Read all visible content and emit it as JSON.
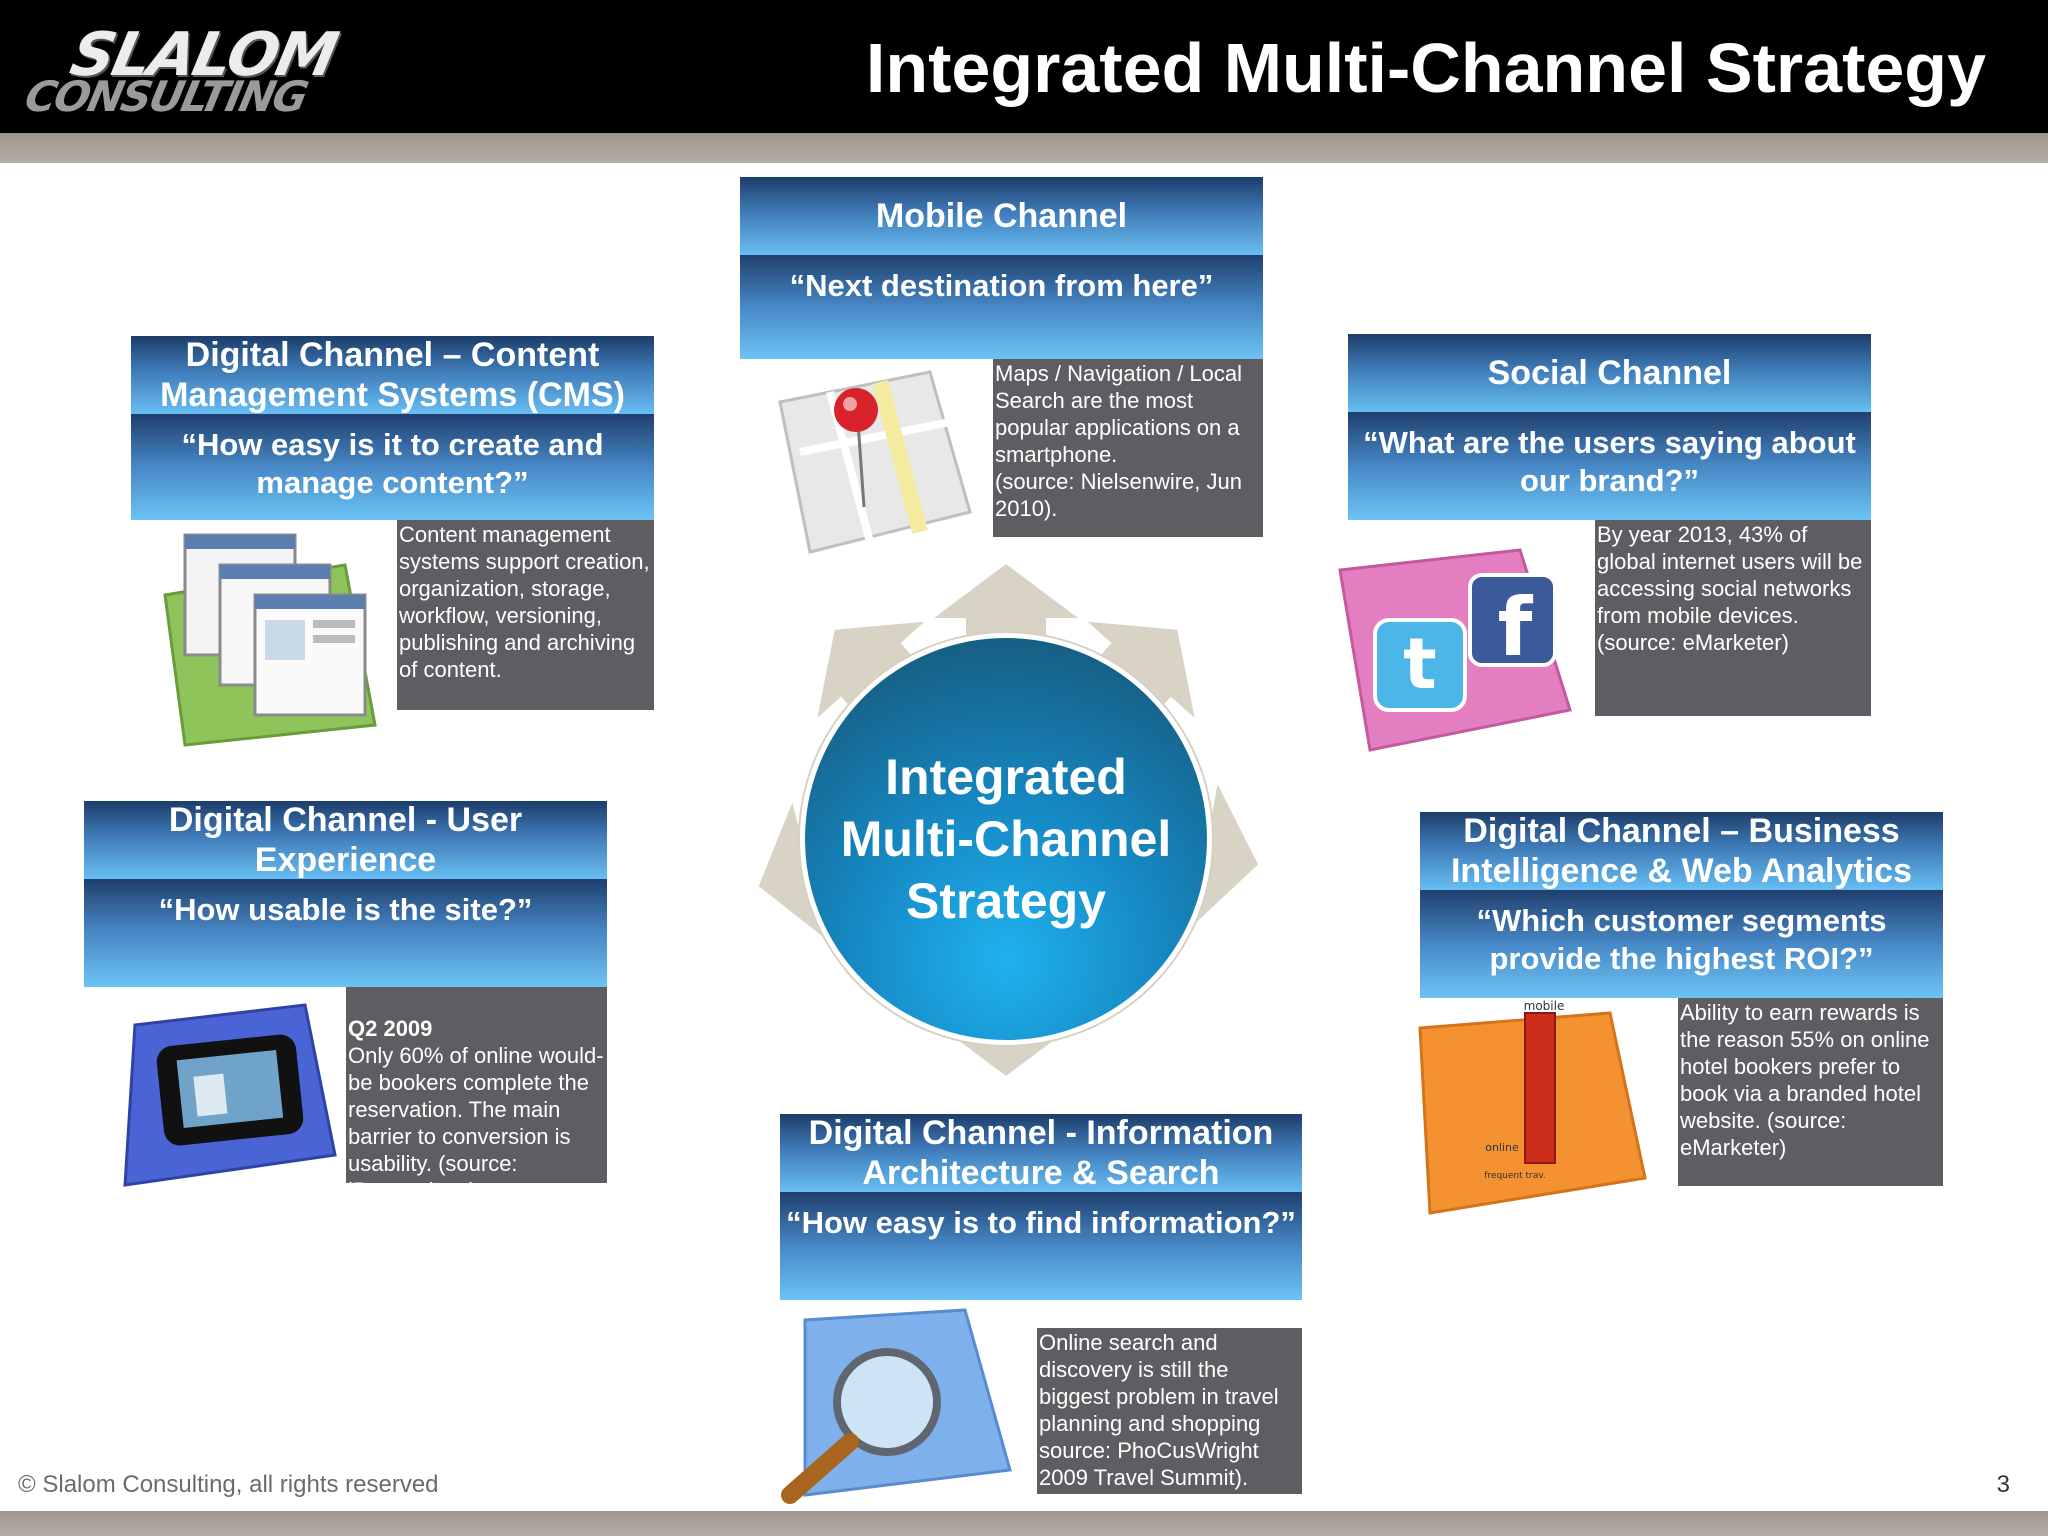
{
  "header": {
    "logo_line1": "SLALOM",
    "logo_line2": "CONSULTING",
    "title": "Integrated Multi-Channel Strategy"
  },
  "center": {
    "label": "Integrated\nMulti-Channel\nStrategy"
  },
  "cards": {
    "mobile": {
      "title": "Mobile Channel",
      "question": "“Next destination from here”",
      "fact": "Maps / Navigation / Local Search are the most popular applications on a smartphone.\n(source: Nielsenwire,  Jun 2010).",
      "icon": "map-pin-icon"
    },
    "cms": {
      "title": "Digital Channel – Content Management Systems (CMS)",
      "question": "“How easy is it to create and manage content?”",
      "fact": "Content management systems support creation, organization, storage, workflow, versioning, publishing and archiving of content.",
      "icon": "web-pages-icon"
    },
    "social": {
      "title": "Social Channel",
      "question": "“What are the users saying about our brand?”",
      "fact": "By year 2013, 43% of global internet users will be accessing social networks from mobile devices.\n(source: eMarketer)",
      "icon": "social-media-icon"
    },
    "ux": {
      "title": "Digital Channel - User Experience",
      "question": "“How usable is the site?”",
      "fact_heading": "Q2 2009",
      "fact": "Only 60% of online would-be bookers complete the reservation. The main barrier to conversion is usability. (source: iPerceptions).",
      "icon": "mobile-device-icon"
    },
    "bi": {
      "title": "Digital Channel – Business Intelligence & Web Analytics",
      "question": "“Which customer segments provide the highest ROI?”",
      "fact": "Ability to earn rewards is the reason 55% on online hotel bookers prefer to book via a branded hotel website. (source: eMarketer)",
      "icon": "bar-chart-icon",
      "icon_label_top": "mobile",
      "icon_label_mid": "online",
      "icon_label_bottom": "frequent trav."
    },
    "ia": {
      "title": "Digital Channel - Information Architecture & Search",
      "question": "“How easy is to find information?”",
      "fact": "Online search and discovery is still the biggest problem in travel planning and shopping source: PhoCusWright 2009 Travel Summit).",
      "icon": "magnifier-icon"
    }
  },
  "footer": {
    "copyright": "©  Slalom Consulting, all rights reserved",
    "page_number": "3"
  },
  "colors": {
    "header_bg": "#000000",
    "rule": "#a8a097",
    "card_blue_dark": "#1c3d6a",
    "card_blue_light": "#67bef2",
    "fact_gray": "#5f5d61",
    "arrow_beige": "#d8d3c5",
    "circle_blue": "#1689c4"
  }
}
